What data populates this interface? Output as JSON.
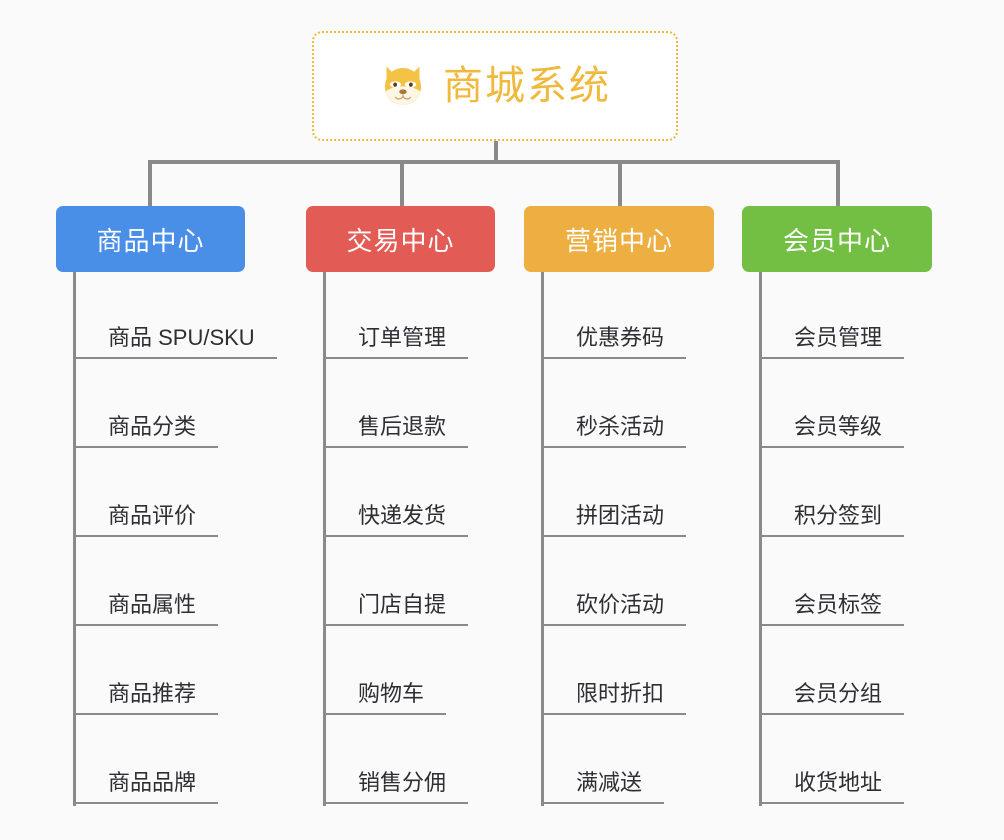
{
  "diagram": {
    "type": "mindmap",
    "background_color": "#FAFAFA",
    "connector_color": "#8A8A8A",
    "root": {
      "title": "商城系统",
      "icon": "dog-face-icon",
      "text_color": "#F0B93E",
      "border_color": "#F0B93E",
      "background_color": "#FFFFFF"
    },
    "branches": [
      {
        "label": "商品中心",
        "color": "#4A8FE7",
        "items": [
          "商品 SPU/SKU",
          "商品分类",
          "商品评价",
          "商品属性",
          "商品推荐",
          "商品品牌"
        ]
      },
      {
        "label": "交易中心",
        "color": "#E25B55",
        "items": [
          "订单管理",
          "售后退款",
          "快递发货",
          "门店自提",
          "购物车",
          "销售分佣"
        ]
      },
      {
        "label": "营销中心",
        "color": "#EDAF41",
        "items": [
          "优惠券码",
          "秒杀活动",
          "拼团活动",
          "砍价活动",
          "限时折扣",
          "满减送"
        ]
      },
      {
        "label": "会员中心",
        "color": "#72BF44",
        "items": [
          "会员管理",
          "会员等级",
          "积分签到",
          "会员标签",
          "会员分组",
          "收货地址"
        ]
      }
    ]
  }
}
